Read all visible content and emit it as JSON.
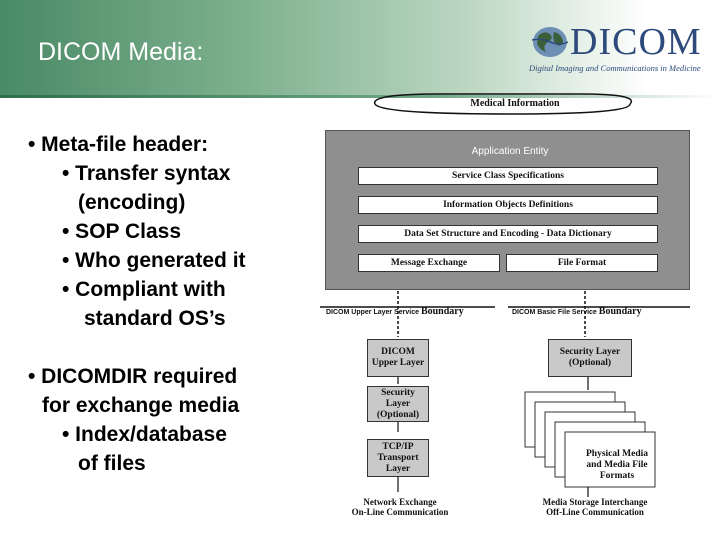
{
  "header": {
    "title": "DICOM Media:",
    "logo_text": "DICOM",
    "logo_tagline": "Digital Imaging and Communications in Medicine"
  },
  "bullets": [
    "• Meta-file header:",
    "• Transfer syntax",
    "(encoding)",
    "• SOP Class",
    "• Who generated it",
    "• Compliant with",
    "standard OS’s",
    "• DICOMDIR required",
    "for exchange media",
    "• Index/database",
    "of files"
  ],
  "diagram": {
    "medical_information": "Medical Information",
    "application_entity": "Application Entity",
    "service_class_specifications": "Service Class Specifications",
    "information_objects_definitions": "Information Objects Definitions",
    "data_set_structure": "Data Set Structure and Encoding - Data Dictionary",
    "message_exchange": "Message Exchange",
    "file_format": "File Format",
    "upper_boundary_prefix": "DICOM Upper Layer Service",
    "upper_boundary_suffix": "Boundary",
    "basic_boundary_prefix": "DICOM Basic File Service",
    "basic_boundary_suffix": "Boundary",
    "dicom_upper_layer": "DICOM Upper Layer",
    "security_layer_left": "Security Layer (Optional)",
    "tcpip_layer": "TCP/IP Transport Layer",
    "security_layer_right": "Security Layer (Optional)",
    "physical_media": "Physical Media and Media File Formats",
    "network_exchange_1": "Network Exchange",
    "network_exchange_2": "On-Line Communication",
    "media_storage_1": "Media Storage Interchange",
    "media_storage_2": "Off-Line Communication"
  }
}
